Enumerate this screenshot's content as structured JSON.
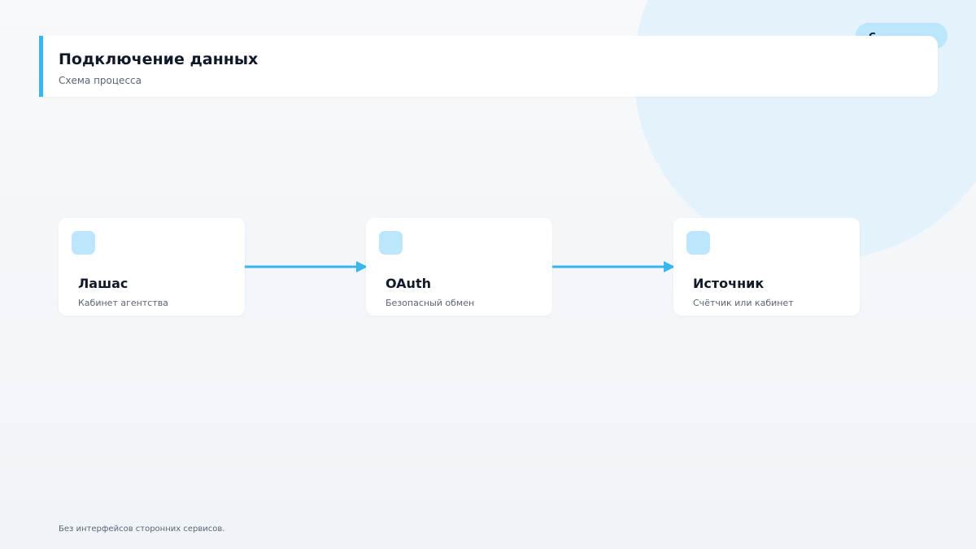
{
  "header": {
    "title": "Подключение данных",
    "subtitle": "Схема процесса"
  },
  "steps": [
    {
      "title": "Лашас",
      "subtitle": "Кабинет агентства"
    },
    {
      "title": "OAuth",
      "subtitle": "Безопасный обмен"
    },
    {
      "title": "Источник",
      "subtitle": "Счётчик или кабинет"
    }
  ],
  "footer": {
    "note": "Без интерфейсов сторонних сервисов."
  },
  "colors": {
    "accent": "#39b6ec",
    "icon_fill": "#bce6fb",
    "title_text": "#111827",
    "muted_text": "#5b6578"
  }
}
